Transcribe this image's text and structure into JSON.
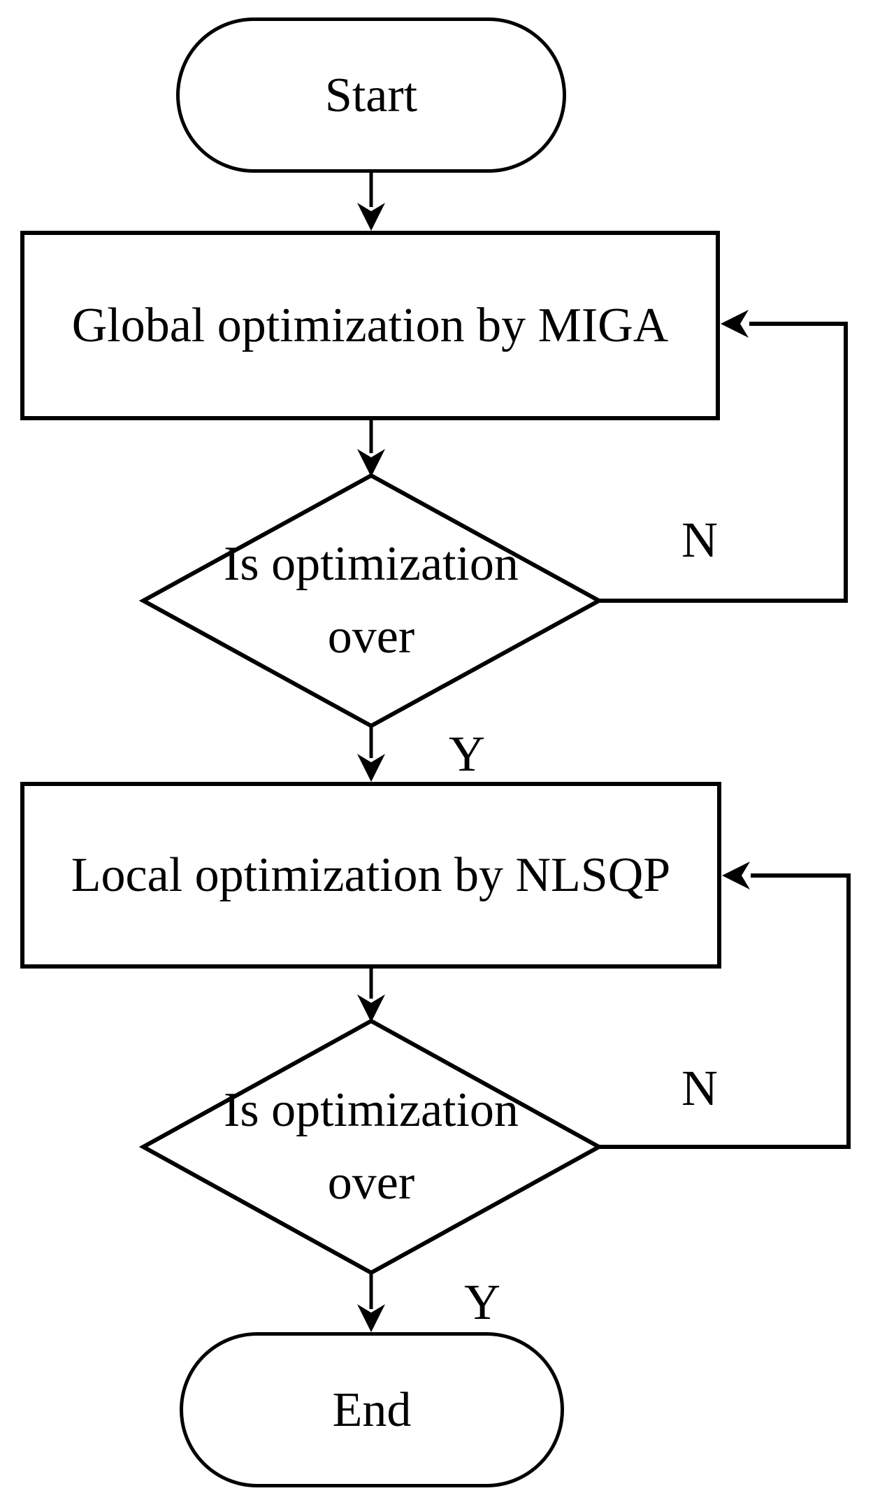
{
  "flowchart": {
    "background": "#ffffff",
    "colors": {
      "line": "#000000",
      "shape_fill": "#ffffff",
      "text": "#000000"
    },
    "nodes": [
      {
        "id": "start",
        "type": "terminator",
        "label": "Start"
      },
      {
        "id": "global-optimization",
        "type": "process",
        "label": "Global optimization by MIGA"
      },
      {
        "id": "decision-1",
        "type": "decision",
        "lines": [
          "Is optimization",
          "over"
        ]
      },
      {
        "id": "local-optimization",
        "type": "process",
        "label": "Local optimization by NLSQP"
      },
      {
        "id": "decision-2",
        "type": "decision",
        "lines": [
          "Is optimization",
          "over"
        ]
      },
      {
        "id": "end",
        "type": "terminator",
        "label": "End"
      }
    ],
    "branch_labels": {
      "decision1_no": "N",
      "decision1_yes": "Y",
      "decision2_no": "N",
      "decision2_yes": "Y"
    }
  }
}
